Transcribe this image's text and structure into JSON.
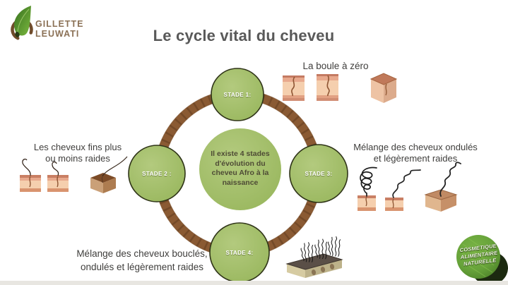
{
  "logo": {
    "line1": "GILLETTE",
    "line2": "LEUWATI"
  },
  "title": "Le cycle vital du cheveu",
  "diagram": {
    "center_text": "Il existe 4 stades\nd'évolution du\ncheveu Afro à la\nnaissance",
    "stages": [
      {
        "label": "STADE 1:"
      },
      {
        "label": "STADE 2 :"
      },
      {
        "label": "STADE 3:"
      },
      {
        "label": "STADE 4:"
      }
    ]
  },
  "annotations": {
    "stage1": "La boule à zéro",
    "stage2": "Les cheveux fins plus\nou moins raides",
    "stage3": "Mélange des cheveux ondulés\net légèrement raides",
    "stage4": "Mélange des cheveux bouclés,\nondulés et légèrement raides"
  },
  "illustrations": {
    "stage1_items": [
      "skin-section-shaved",
      "skin-section-shaved",
      "skin-cube-shaved"
    ],
    "stage2_items": [
      "skin-section-fine-hair",
      "skin-section-fine-hair",
      "skin-cube-fine-hair"
    ],
    "stage3_items": [
      "skin-section-coiled-hair",
      "skin-section-wavy-hair",
      "skin-cube-wavy-hair"
    ],
    "stage4_items": [
      "skin-block-curly-hair-tufts"
    ]
  },
  "badge": {
    "lines": [
      "COSMETIQUE",
      "ALIMENTAIRE",
      "NATURELLE"
    ]
  },
  "colors": {
    "stage_green": "#9fbc63",
    "center_green": "#a4bd6b",
    "ring_brown": "#8a5a33",
    "ring_streak": "#5e3a1e",
    "title_gray": "#595959",
    "text_gray": "#3f3e3c",
    "logo_brown": "#8b7156",
    "badge_green": "#67a33c",
    "skin_light": "#f5cfae",
    "skin_band": "#d99781"
  }
}
